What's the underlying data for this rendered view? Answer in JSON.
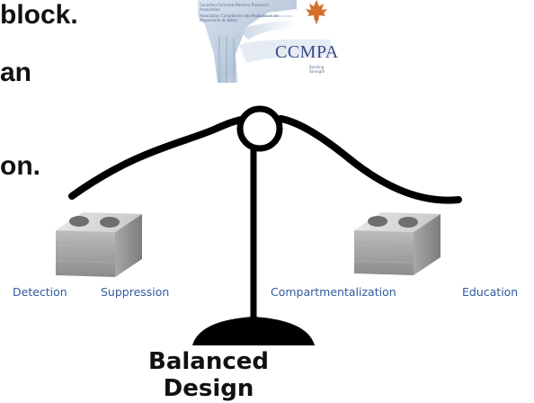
{
  "slide_text": {
    "fragment_1": "block.",
    "fragment_2": "an",
    "fragment_3": "on."
  },
  "logo": {
    "association_text": "Canadian Concrete Masonry Producers Association",
    "association_text_fr": "Association Canadienne des Producteurs de Maçonnerie de Béton",
    "wordmark": "CCMPA",
    "tagline": "Building Strength",
    "icon": "maple-leaf-icon",
    "accent_color": "#d4702c",
    "wordmark_color": "#3a4a86"
  },
  "diagram": {
    "left_pan": {
      "labels": [
        "Detection",
        "Suppression"
      ],
      "icon": "concrete-block-icon"
    },
    "right_pan": {
      "labels": [
        "Compartmentalization",
        "Education"
      ],
      "icon": "concrete-block-icon"
    },
    "base_label_lines": [
      "Balanced",
      "Design"
    ],
    "label_color": "#2f5b9c",
    "line_color": "#000000"
  }
}
